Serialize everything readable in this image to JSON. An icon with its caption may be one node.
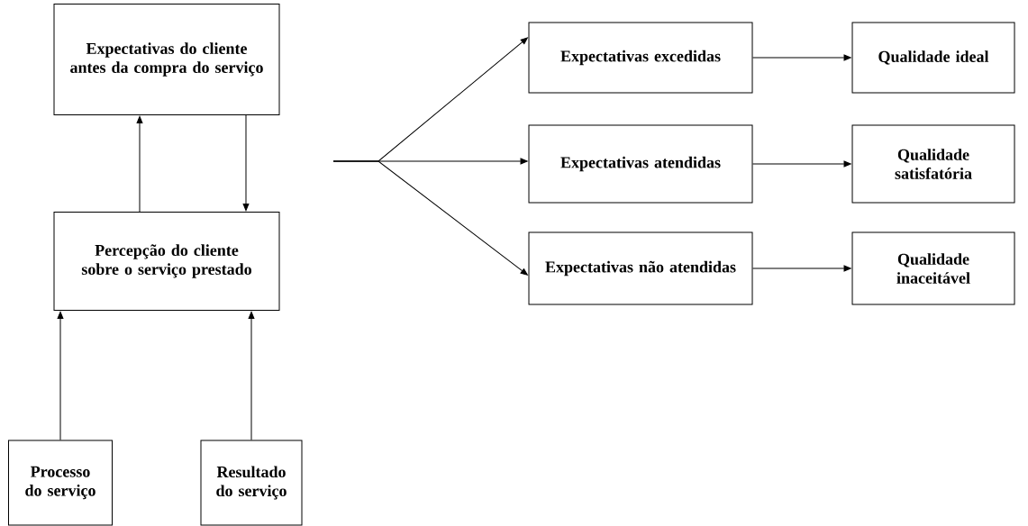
{
  "diagram": {
    "nodes": [
      {
        "text": [
          "Expectativas do cliente antes da compra do serviço"
        ]
      },
      {
        "text": [
          "Percepção do cliente sobre o serviço prestado"
        ]
      },
      {
        "text": [
          "Processo do serviço"
        ]
      },
      {
        "text": [
          "Resultado do serviço"
        ]
      },
      {
        "text": [
          "Expectativas excedidas"
        ]
      },
      {
        "text": [
          "Expectativas atendidas"
        ]
      },
      {
        "text": [
          "Expectativas não atendidas"
        ]
      },
      {
        "text": [
          "Qualidade ideal"
        ]
      },
      {
        "text": [
          "Qualidade satisfatória"
        ]
      },
      {
        "text": [
          "Qualidade inaceitável"
        ]
      }
    ],
    "edges": [
      {
        "from": 1,
        "to": 0,
        "arrow": "to"
      },
      {
        "from": 0,
        "to": 1,
        "arrow": "to"
      },
      {
        "from": 2,
        "to": 1,
        "arrow": "to"
      },
      {
        "from": 3,
        "to": 1,
        "arrow": "to"
      },
      {
        "from": null,
        "to": 4,
        "arrow": "to"
      },
      {
        "from": null,
        "to": 5,
        "arrow": "to"
      },
      {
        "from": null,
        "to": 6,
        "arrow": "to"
      },
      {
        "from": 4,
        "to": 7,
        "arrow": "to"
      },
      {
        "from": 5,
        "to": 8,
        "arrow": "to"
      },
      {
        "from": 6,
        "to": 9,
        "arrow": "to"
      }
    ]
  }
}
